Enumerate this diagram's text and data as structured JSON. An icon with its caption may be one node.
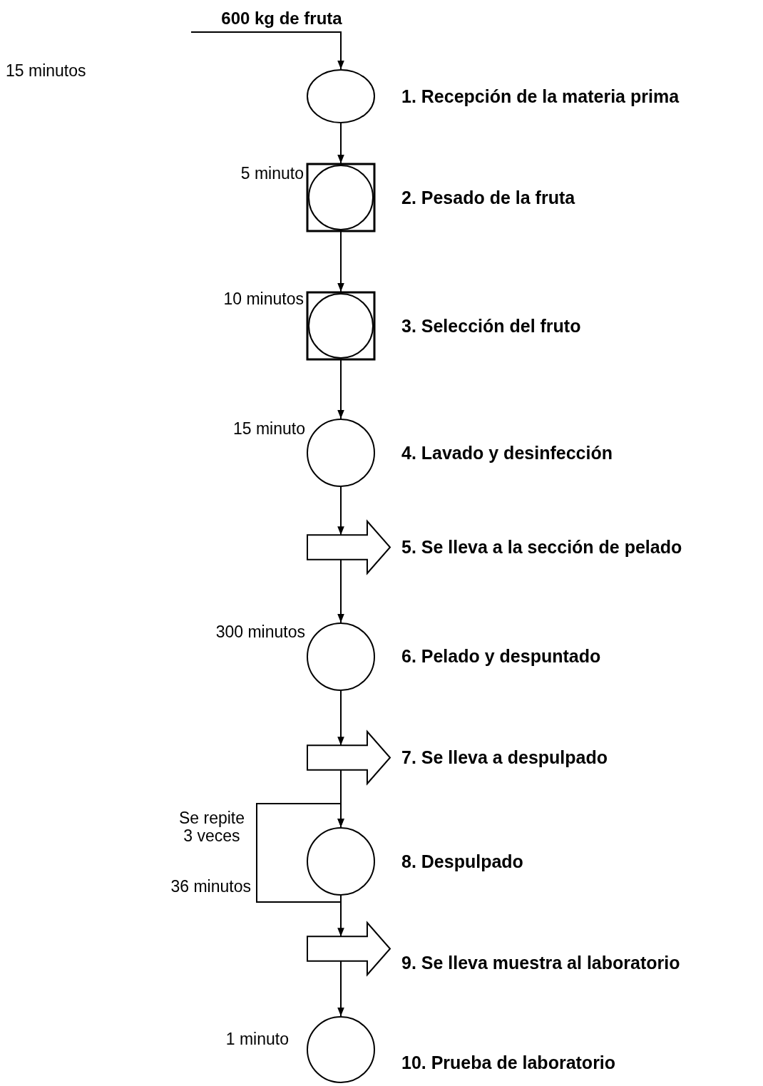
{
  "diagram": {
    "nodes": [
      {
        "text": [],
        "shape": "circle",
        "beside": [
          "1. Recepción de la materia prima"
        ]
      },
      {
        "text": [],
        "shape": "box",
        "beside": [
          "2. Pesado de la fruta",
          "5 minuto"
        ]
      },
      {
        "text": [],
        "shape": "box",
        "beside": [
          "3. Selección del fruto",
          "10 minutos"
        ]
      },
      {
        "text": [],
        "shape": "circle",
        "beside": [
          "4. Lavado y desinfección",
          "15 minuto"
        ]
      },
      {
        "text": [],
        "shape": "arrow",
        "beside": [
          "5. Se lleva a la sección de pelado"
        ]
      },
      {
        "text": [],
        "shape": "circle",
        "beside": [
          "6. Pelado y despuntado",
          "300 minutos"
        ]
      },
      {
        "text": [],
        "shape": "arrow",
        "beside": [
          "7. Se lleva a despulpado"
        ]
      },
      {
        "text": [],
        "shape": "circle",
        "beside": [
          "8. Despulpado",
          "Se repite 3 veces",
          "36 minutos"
        ]
      },
      {
        "text": [],
        "shape": "arrow",
        "beside": [
          "9. Se lleva muestra al laboratorio"
        ]
      },
      {
        "text": [],
        "shape": "circle",
        "beside": [
          "10. Prueba de laboratorio",
          "1 minuto"
        ]
      }
    ],
    "edges": [
      {
        "from": null,
        "to": 0,
        "arrow": "to",
        "label": "600 kg de fruta"
      },
      {
        "from": 0,
        "to": 1,
        "arrow": "to"
      },
      {
        "from": 1,
        "to": 2,
        "arrow": "to"
      },
      {
        "from": 2,
        "to": 3,
        "arrow": "to"
      },
      {
        "from": 3,
        "to": 4,
        "arrow": "to"
      },
      {
        "from": 4,
        "to": 5,
        "arrow": "to"
      },
      {
        "from": 5,
        "to": 6,
        "arrow": "to"
      },
      {
        "from": 6,
        "to": 7,
        "arrow": "to"
      },
      {
        "from": 7,
        "to": 8,
        "arrow": "to"
      },
      {
        "from": 8,
        "to": 9,
        "arrow": "to"
      },
      {
        "from": 7,
        "to": 7,
        "arrow": "to"
      }
    ],
    "labels": [
      "15 minutos"
    ]
  }
}
